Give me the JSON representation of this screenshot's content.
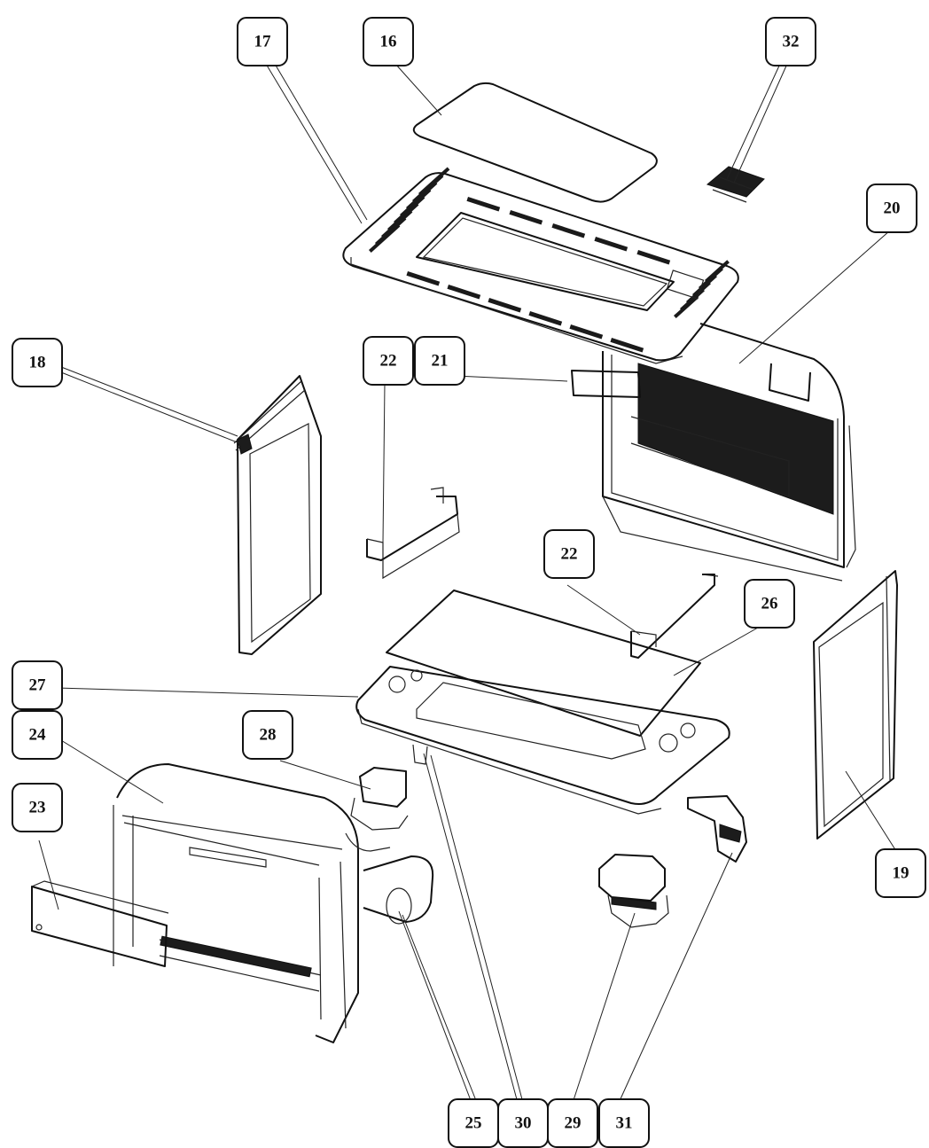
{
  "diagram": {
    "type": "exploded-parts-view",
    "callouts": [
      {
        "id": "c17",
        "label": "17"
      },
      {
        "id": "c16",
        "label": "16"
      },
      {
        "id": "c32",
        "label": "32"
      },
      {
        "id": "c20",
        "label": "20"
      },
      {
        "id": "c18",
        "label": "18"
      },
      {
        "id": "c22a",
        "label": "22"
      },
      {
        "id": "c21",
        "label": "21"
      },
      {
        "id": "c22b",
        "label": "22"
      },
      {
        "id": "c26",
        "label": "26"
      },
      {
        "id": "c27",
        "label": "27"
      },
      {
        "id": "c24",
        "label": "24"
      },
      {
        "id": "c28",
        "label": "28"
      },
      {
        "id": "c23",
        "label": "23"
      },
      {
        "id": "c19",
        "label": "19"
      },
      {
        "id": "c25",
        "label": "25"
      },
      {
        "id": "c30",
        "label": "30"
      },
      {
        "id": "c29",
        "label": "29"
      },
      {
        "id": "c31",
        "label": "31"
      }
    ]
  }
}
